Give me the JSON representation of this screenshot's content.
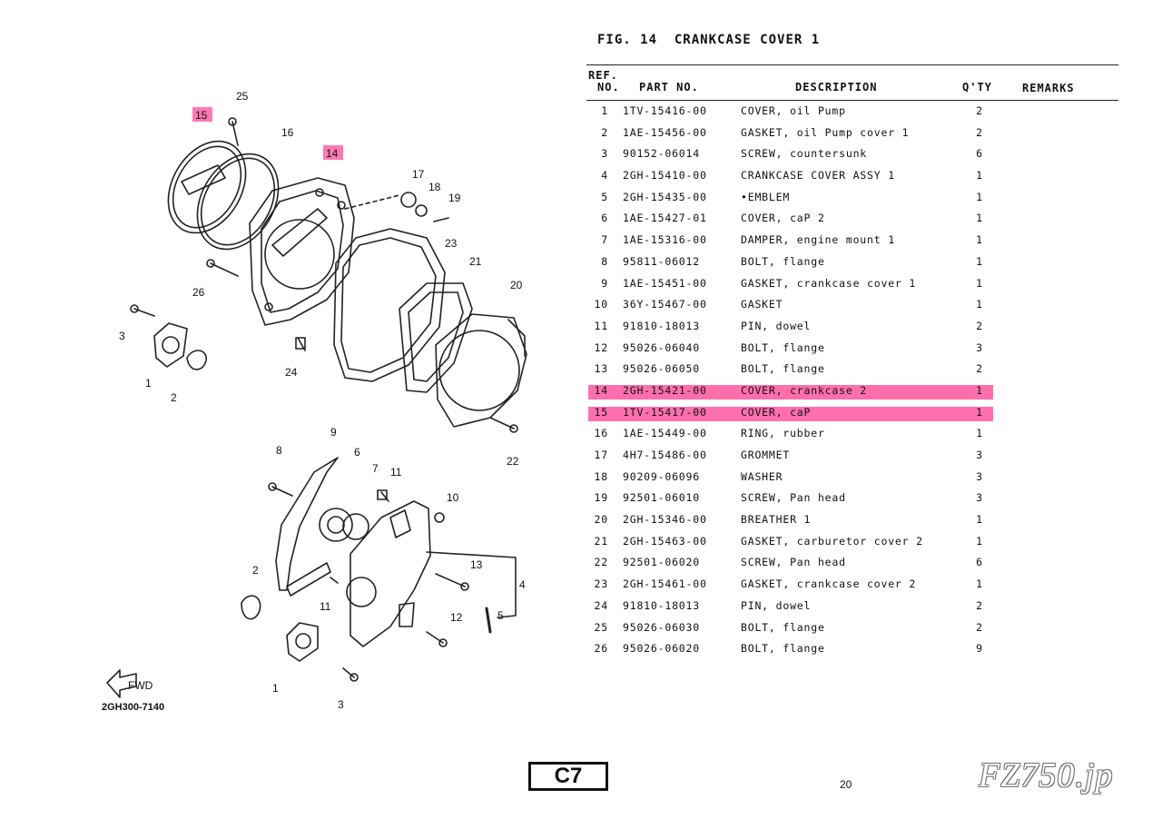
{
  "figure": {
    "fig": "FIG.",
    "number": "14",
    "title": "CRANKCASE COVER 1"
  },
  "columns": {
    "ref_line1": "REF.",
    "ref_line2": "NO.",
    "part_no": "PART NO.",
    "description": "DESCRIPTION",
    "qty": "Q'TY",
    "remarks": "REMARKS"
  },
  "highlight_color": "#ff6fae",
  "parts": [
    {
      "ref": "1",
      "part": "1TV-15416-00",
      "desc": "COVER, oil Pump",
      "qty": "2"
    },
    {
      "ref": "2",
      "part": "1AE-15456-00",
      "desc": "GASKET, oil Pump cover 1",
      "qty": "2"
    },
    {
      "ref": "3",
      "part": "90152-06014",
      "desc": "SCREW, countersunk",
      "qty": "6"
    },
    {
      "ref": "4",
      "part": "2GH-15410-00",
      "desc": "CRANKCASE COVER ASSY 1",
      "qty": "1"
    },
    {
      "ref": "5",
      "part": "2GH-15435-00",
      "desc": "•EMBLEM",
      "qty": "1"
    },
    {
      "ref": "6",
      "part": "1AE-15427-01",
      "desc": "COVER, caP 2",
      "qty": "1"
    },
    {
      "ref": "7",
      "part": "1AE-15316-00",
      "desc": "DAMPER, engine mount 1",
      "qty": "1"
    },
    {
      "ref": "8",
      "part": "95811-06012",
      "desc": "BOLT, flange",
      "qty": "1"
    },
    {
      "ref": "9",
      "part": "1AE-15451-00",
      "desc": "GASKET, crankcase cover 1",
      "qty": "1"
    },
    {
      "ref": "10",
      "part": "36Y-15467-00",
      "desc": "GASKET",
      "qty": "1"
    },
    {
      "ref": "11",
      "part": "91810-18013",
      "desc": "PIN, dowel",
      "qty": "2"
    },
    {
      "ref": "12",
      "part": "95026-06040",
      "desc": "BOLT, flange",
      "qty": "3"
    },
    {
      "ref": "13",
      "part": "95026-06050",
      "desc": "BOLT, flange",
      "qty": "2"
    },
    {
      "ref": "14",
      "part": "2GH-15421-00",
      "desc": "COVER, crankcase 2",
      "qty": "1",
      "highlight": true
    },
    {
      "ref": "15",
      "part": "1TV-15417-00",
      "desc": "COVER, caP",
      "qty": "1",
      "highlight": true
    },
    {
      "ref": "16",
      "part": "1AE-15449-00",
      "desc": "RING, rubber",
      "qty": "1"
    },
    {
      "ref": "17",
      "part": "4H7-15486-00",
      "desc": "GROMMET",
      "qty": "3"
    },
    {
      "ref": "18",
      "part": "90209-06096",
      "desc": "WASHER",
      "qty": "3"
    },
    {
      "ref": "19",
      "part": "92501-06010",
      "desc": "SCREW, Pan head",
      "qty": "3"
    },
    {
      "ref": "20",
      "part": "2GH-15346-00",
      "desc": "BREATHER 1",
      "qty": "1"
    },
    {
      "ref": "21",
      "part": "2GH-15463-00",
      "desc": "GASKET, carburetor cover 2",
      "qty": "1"
    },
    {
      "ref": "22",
      "part": "92501-06020",
      "desc": "SCREW, Pan head",
      "qty": "6"
    },
    {
      "ref": "23",
      "part": "2GH-15461-00",
      "desc": "GASKET, crankcase cover 2",
      "qty": "1"
    },
    {
      "ref": "24",
      "part": "91810-18013",
      "desc": "PIN, dowel",
      "qty": "2"
    },
    {
      "ref": "25",
      "part": "95026-06030",
      "desc": "BOLT, flange",
      "qty": "2"
    },
    {
      "ref": "26",
      "part": "95026-06020",
      "desc": "BOLT, flange",
      "qty": "9"
    }
  ],
  "diagram": {
    "code": "2GH300-7140",
    "fwd_label": "FWD",
    "highlighted_refs": [
      "15",
      "14"
    ],
    "callouts": [
      "25",
      "15",
      "16",
      "14",
      "17",
      "18",
      "19",
      "23",
      "21",
      "20",
      "26",
      "3",
      "1",
      "2",
      "24",
      "22",
      "9",
      "8",
      "6",
      "7",
      "11",
      "10",
      "13",
      "4",
      "5",
      "12",
      "2",
      "11",
      "1",
      "3"
    ]
  },
  "footer": {
    "section": "C7",
    "page_number": "20",
    "watermark": "FZ750.jp"
  }
}
